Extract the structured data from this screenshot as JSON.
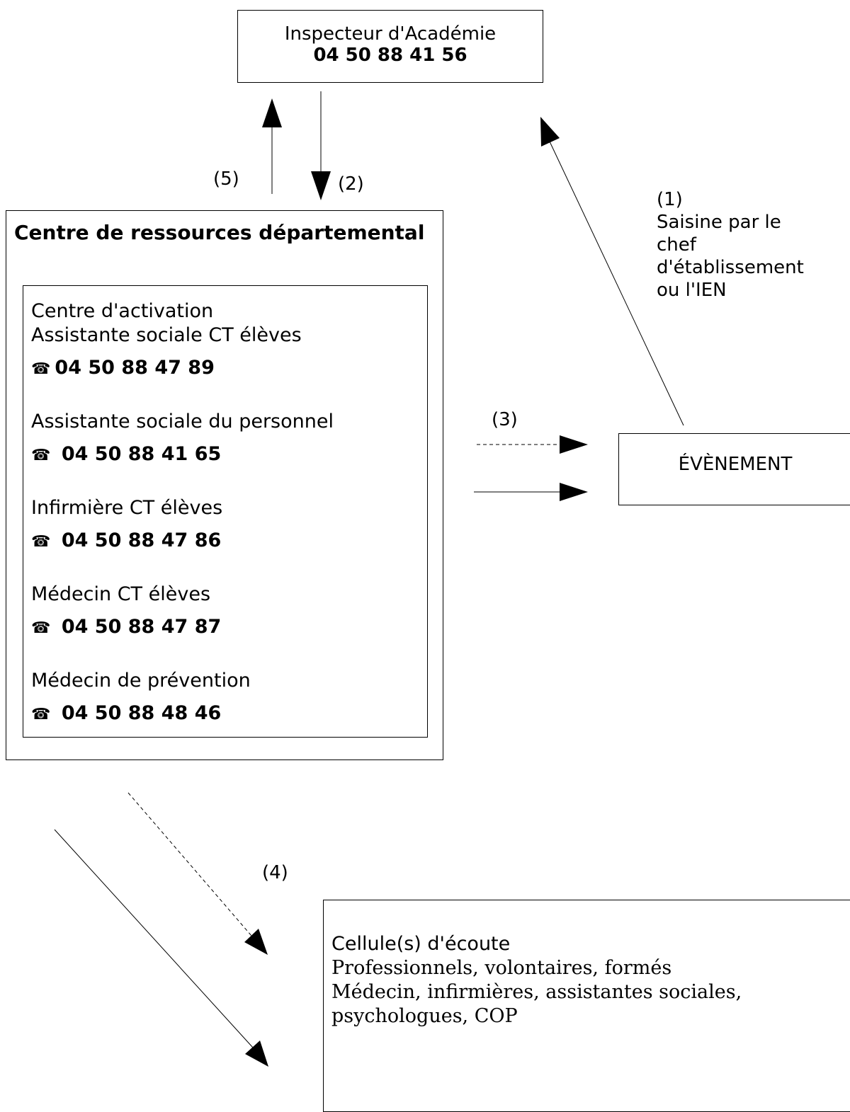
{
  "inspecteur": {
    "title": "Inspecteur d'Académie",
    "phone": "04 50 88 41 56"
  },
  "centre": {
    "title": "Centre de ressources départemental",
    "contacts": [
      {
        "label": "Centre d'activation",
        "label2": "Assistante sociale CT élèves",
        "phone": "04 50 88 47 89"
      },
      {
        "label": "Assistante sociale du personnel",
        "phone": "04 50 88 41 65"
      },
      {
        "label": "Infirmière CT élèves",
        "phone": "04 50 88 47 86"
      },
      {
        "label": "Médecin CT élèves",
        "phone": "04 50 88 47 87"
      },
      {
        "label": "Médecin de prévention",
        "phone": "04 50 88 48 46"
      }
    ],
    "phone_icon": "telephone-icon"
  },
  "evenement": {
    "label": "ÉVÈNEMENT"
  },
  "cellule": {
    "title": "Cellule(s) d'écoute",
    "lines": [
      "Professionnels, volontaires, formés",
      "Médecin, infirmières, assistantes sociales,",
      "psychologues, COP"
    ]
  },
  "steps": {
    "s1": "(1)",
    "s1_lines": [
      "Saisine par le",
      "chef",
      "d'établissement",
      "ou l'IEN"
    ],
    "s2": "(2)",
    "s3": "(3)",
    "s4": "(4)",
    "s5": "(5)"
  }
}
